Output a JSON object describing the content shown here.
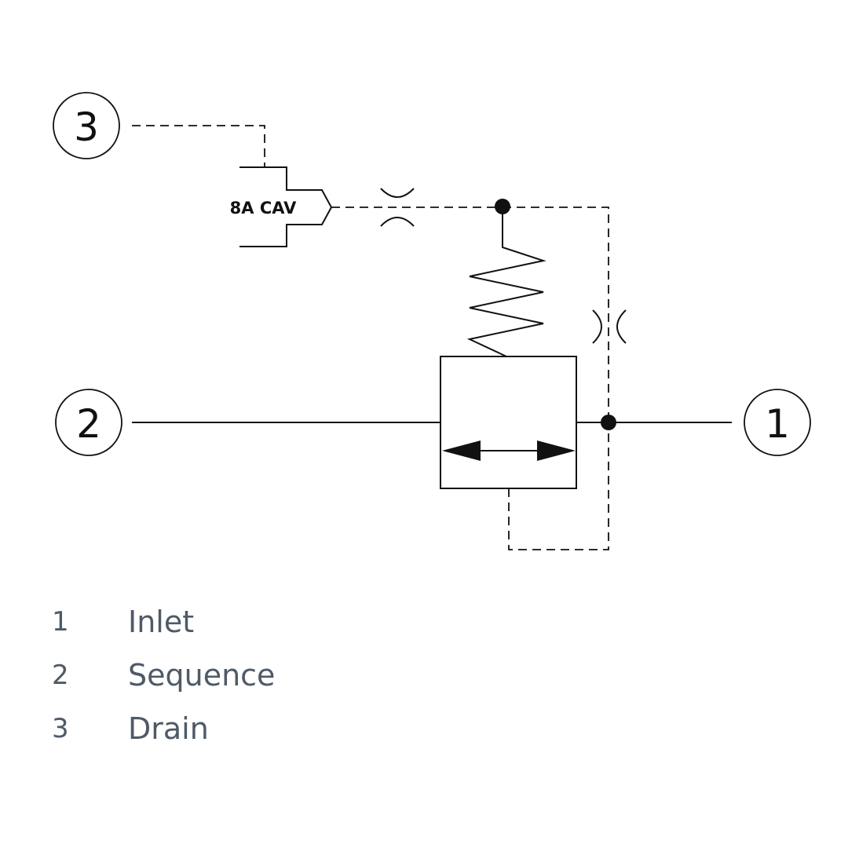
{
  "diagram": {
    "ports": [
      {
        "number": "3"
      },
      {
        "number": "2"
      },
      {
        "number": "1"
      }
    ],
    "cavity_label": "8A CAV"
  },
  "legend": [
    {
      "number": "1",
      "label": "Inlet"
    },
    {
      "number": "2",
      "label": "Sequence"
    },
    {
      "number": "3",
      "label": "Drain"
    }
  ]
}
